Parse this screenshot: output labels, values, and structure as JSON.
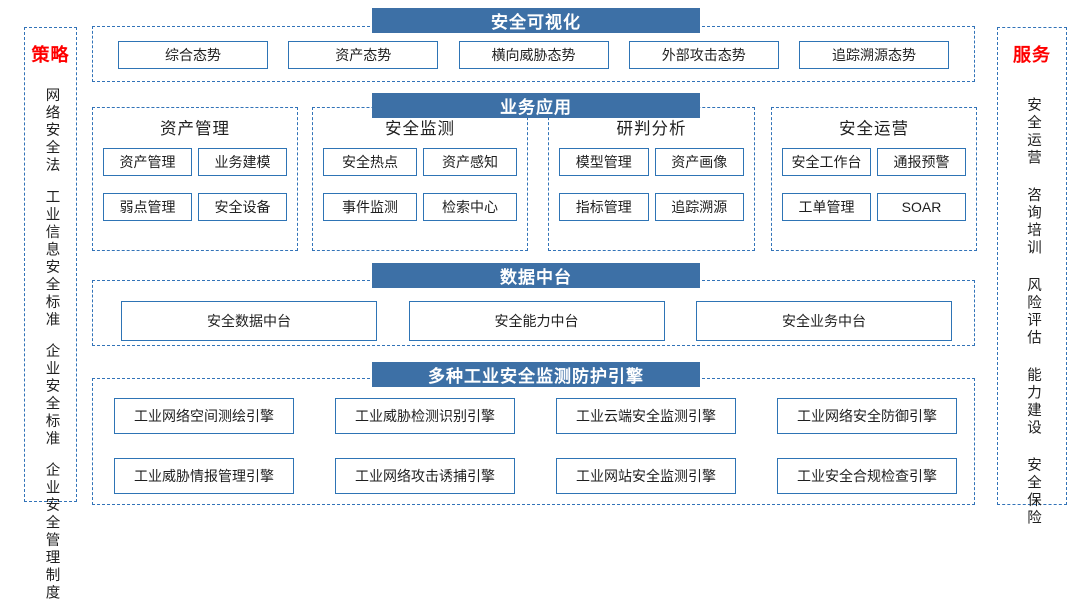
{
  "colors": {
    "header_bg": "#3d70a6",
    "border_blue": "#2e74b5",
    "dash_blue": "#3273b8",
    "accent_red": "#ff0000",
    "text_color": "#1f1f1f"
  },
  "left_panel": {
    "title": "策略",
    "items": [
      "网络安全法",
      "工业信息安全标准",
      "企业安全标准",
      "企业安全管理制度"
    ]
  },
  "right_panel": {
    "title": "服务",
    "items": [
      "安全运营",
      "咨询培训",
      "风险评估",
      "能力建设",
      "安全保险"
    ]
  },
  "bands": {
    "visualization": {
      "title": "安全可视化",
      "items": [
        "综合态势",
        "资产态势",
        "横向威胁态势",
        "外部攻击态势",
        "追踪溯源态势"
      ]
    },
    "business": {
      "title": "业务应用",
      "groups": [
        {
          "title": "资产管理",
          "items": [
            "资产管理",
            "业务建模",
            "弱点管理",
            "安全设备"
          ]
        },
        {
          "title": "安全监测",
          "items": [
            "安全热点",
            "资产感知",
            "事件监测",
            "检索中心"
          ]
        },
        {
          "title": "研判分析",
          "items": [
            "模型管理",
            "资产画像",
            "指标管理",
            "追踪溯源"
          ]
        },
        {
          "title": "安全运营",
          "items": [
            "安全工作台",
            "通报预警",
            "工单管理",
            "SOAR"
          ]
        }
      ]
    },
    "data_platform": {
      "title": "数据中台",
      "items": [
        "安全数据中台",
        "安全能力中台",
        "安全业务中台"
      ]
    },
    "engines": {
      "title": "多种工业安全监测防护引擎",
      "items": [
        "工业网络空间测绘引擎",
        "工业威胁检测识别引擎",
        "工业云端安全监测引擎",
        "工业网络安全防御引擎",
        "工业威胁情报管理引擎",
        "工业网络攻击诱捕引擎",
        "工业网站安全监测引擎",
        "工业安全合规检查引擎"
      ]
    }
  }
}
